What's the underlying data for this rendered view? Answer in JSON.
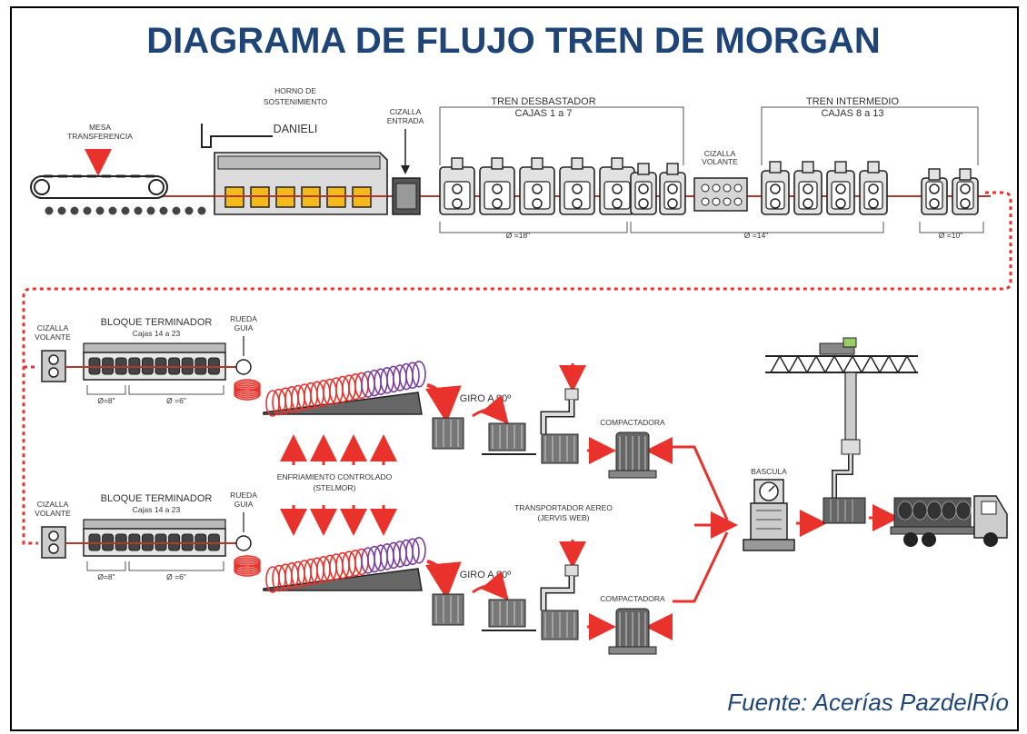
{
  "title": "DIAGRAMA DE FLUJO TREN DE MORGAN",
  "source": "Fuente: Acerías PazdelRío",
  "colors": {
    "title": "#1f4478",
    "arrow": "#e8322b",
    "coil_red": "#e8322b",
    "coil_purple": "#7a3fa0",
    "furnace_window": "#f6b91a"
  },
  "top_line": {
    "mesa": [
      "MESA",
      "TRANSFERENCIA"
    ],
    "horno": [
      "HORNO DE",
      "SOSTENIMIENTO"
    ],
    "horno_brand": "DANIELI",
    "cizalla_entrada": [
      "CIZALLA",
      "ENTRADA"
    ],
    "tren_desbastador": [
      "TREN DESBASTADOR",
      "CAJAS 1 a 7"
    ],
    "tren_intermedio": [
      "TREN INTERMEDIO",
      "CAJAS 8 a 13"
    ],
    "cizalla_volante": [
      "CIZALLA",
      "VOLANTE"
    ],
    "diam_18": "Ø =18\"",
    "diam_14": "Ø =14\"",
    "diam_10": "Ø =10\""
  },
  "lower_line": {
    "cizalla_volante": [
      "CIZALLA",
      "VOLANTE"
    ],
    "bloque_terminador": "BLOQUE TERMINADOR",
    "cajas_upper": "Cajas 14 a 23",
    "cajas_lower": "Cajas 14 a 23",
    "rueda_guia": [
      "RUEDA",
      "GUIA"
    ],
    "diam_8": "Ø=8\"",
    "diam_6": "Ø =6\"",
    "giro": "GIRO A 90º",
    "enfriamiento": "ENFRIAMIENTO CONTROLADO",
    "stelmor": "(STELMOR)",
    "transportador": "TRANSPORTADOR AEREO",
    "jervis": "(JERVIS WEB)",
    "compactadora": "COMPACTADORA",
    "bascula": "BASCULA"
  }
}
